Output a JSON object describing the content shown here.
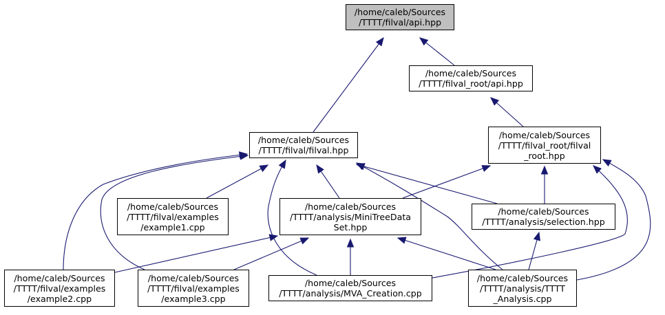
{
  "graph": {
    "nodes": {
      "api": {
        "lines": [
          "/home/caleb/Sources",
          "/TTTT/filval/api.hpp"
        ],
        "current": true
      },
      "root_api": {
        "lines": [
          "/home/caleb/Sources",
          "/TTTT/filval_root/api.hpp"
        ]
      },
      "filval": {
        "lines": [
          "/home/caleb/Sources",
          "/TTTT/filval/filval.hpp"
        ]
      },
      "filval_root": {
        "lines": [
          "/home/caleb/Sources",
          "/TTTT/filval_root/filval",
          "_root.hpp"
        ]
      },
      "example1": {
        "lines": [
          "/home/caleb/Sources",
          "/TTTT/filval/examples",
          "/example1.cpp"
        ]
      },
      "minitree": {
        "lines": [
          "/home/caleb/Sources",
          "/TTTT/analysis/MiniTreeData",
          "Set.hpp"
        ]
      },
      "selection": {
        "lines": [
          "/home/caleb/Sources",
          "/TTTT/analysis/selection.hpp"
        ]
      },
      "example2": {
        "lines": [
          "/home/caleb/Sources",
          "/TTTT/filval/examples",
          "/example2.cpp"
        ]
      },
      "example3": {
        "lines": [
          "/home/caleb/Sources",
          "/TTTT/filval/examples",
          "/example3.cpp"
        ]
      },
      "mva": {
        "lines": [
          "/home/caleb/Sources",
          "/TTTT/analysis/MVA_Creation.cpp"
        ]
      },
      "tttt_analysis": {
        "lines": [
          "/home/caleb/Sources",
          "/TTTT/analysis/TTTT",
          "_Analysis.cpp"
        ]
      }
    },
    "edges": [
      [
        "filval",
        "api"
      ],
      [
        "root_api",
        "api"
      ],
      [
        "filval_root",
        "root_api"
      ],
      [
        "example1",
        "filval"
      ],
      [
        "minitree",
        "filval"
      ],
      [
        "selection",
        "filval"
      ],
      [
        "example2",
        "filval"
      ],
      [
        "example3",
        "filval"
      ],
      [
        "mva",
        "filval"
      ],
      [
        "tttt_analysis",
        "filval"
      ],
      [
        "minitree",
        "filval_root"
      ],
      [
        "selection",
        "filval_root"
      ],
      [
        "mva",
        "filval_root"
      ],
      [
        "tttt_analysis",
        "filval_root"
      ],
      [
        "example2",
        "minitree"
      ],
      [
        "example3",
        "minitree"
      ],
      [
        "mva",
        "minitree"
      ],
      [
        "tttt_analysis",
        "minitree"
      ],
      [
        "tttt_analysis",
        "selection"
      ]
    ],
    "colors": {
      "edge": "#191970",
      "current_fill": "#bfbfbf",
      "border": "#000000"
    }
  }
}
